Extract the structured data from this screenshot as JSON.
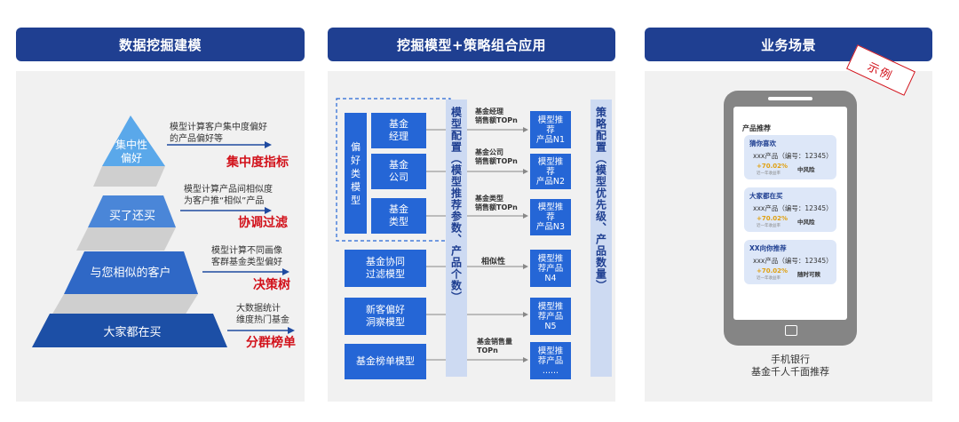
{
  "headers": [
    "数据挖掘建模",
    "挖掘模型+策略组合应用",
    "业务场景"
  ],
  "pyramid": {
    "levels": [
      "集中性\n偏好",
      "买了还买",
      "与您相似的客户",
      "大家都在买"
    ],
    "notes": [
      {
        "desc": "模型计算客户集中度偏好\n的产品偏好等",
        "result": "集中度指标"
      },
      {
        "desc": "模型计算产品间相似度\n为客户推“相似”产品",
        "result": "协调过滤"
      },
      {
        "desc": "模型计算不同画像\n客群基金类型偏好",
        "result": "决策树"
      },
      {
        "desc": "大数据统计\n维度热门基金",
        "result": "分群榜单"
      }
    ]
  },
  "middle": {
    "preference_group": "偏\n好\n类\n模\n型",
    "models": [
      "基金\n经理",
      "基金\n公司",
      "基金\n类型",
      "基金协同\n过滤模型",
      "新客偏好\n洞察模型",
      "基金榜单模型"
    ],
    "links": [
      "基金经理\n销售额TOPn",
      "基金公司\n销售额TOPn",
      "基金类型\n销售额TOPn",
      "相似性",
      "",
      "基金销售量\nTOPn"
    ],
    "model_config": "模型配置（模型推荐参数、产品个数）",
    "results": [
      "模型推\n荐\n产品N1",
      "模型推\n荐\n产品N2",
      "模型推\n荐\n产品N3",
      "模型推\n荐产品\nN4",
      "模型推\n荐产品\nN5",
      "模型推\n荐产品\n......"
    ],
    "strategy_config": "策略配置（模型优先级、产品数量）"
  },
  "scenario": {
    "stamp": "示例",
    "app_title": "产品推荐",
    "cards": [
      {
        "title": "猜你喜欢",
        "product": "xxx产品（编号：12345）",
        "rate": "+70.02%",
        "sub": "近一年收益率",
        "tag": "中风险"
      },
      {
        "title": "大家都在买",
        "product": "xxx产品（编号：12345）",
        "rate": "+70.02%",
        "sub": "近一年收益率",
        "tag": "中风险"
      },
      {
        "title": "XX向你推荐",
        "product": "xxx产品（编号：12345）",
        "rate": "+70.02%",
        "sub": "近一年收益率",
        "tag": "随时可赎"
      }
    ],
    "caption1": "手机银行",
    "caption2": "基金千人千面推荐"
  }
}
